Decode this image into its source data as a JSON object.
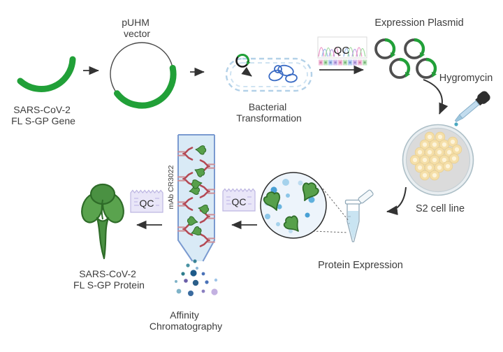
{
  "labels": {
    "gene": [
      "SARS-CoV-2",
      "FL S-GP Gene"
    ],
    "vector": [
      "pUHM",
      "vector"
    ],
    "bacterial": [
      "Bacterial",
      "Transformation"
    ],
    "qc": "QC",
    "expression_plasmid": "Expression Plasmid",
    "hygromycin": "Hygromycin",
    "s2_cell_line": "S2 cell line",
    "protein_expression": "Protein Expression",
    "mab": "mAb CR3022",
    "affinity": [
      "Affinity",
      "Chromatography"
    ],
    "protein": [
      "SARS-CoV-2",
      "FL S-GP Protein"
    ]
  },
  "colors": {
    "green": "#21a038",
    "protein_fill": "#5aa34e",
    "protein_dark": "#2e6b28",
    "antibody_red": "#b44a55",
    "antibody_stem": "#cf8f96",
    "mab_red": "#c0392b",
    "column_fill": "#d9eaf6",
    "column_stroke": "#7a9ad0",
    "arrow": "#333333",
    "label_gray": "#3d3d3d",
    "qc_box_fill": "#e9e6f8",
    "qc_box_stroke": "#bdb6e2",
    "dish_inner": "#dbdbdb",
    "cell_fill": "#f5dfa9",
    "dna_blue": "#3a6bc4",
    "bacteria_dash": "#b3d1e8"
  }
}
